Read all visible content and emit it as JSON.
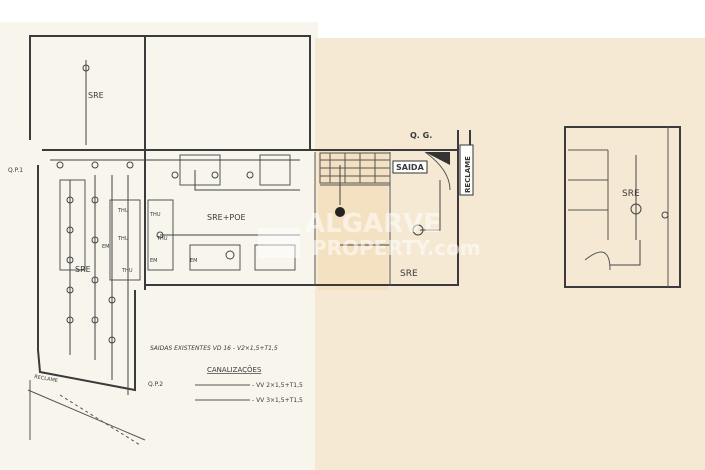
{
  "plan": {
    "room_labels": {
      "sre_top_left": "SRE",
      "sre_left": "SRE",
      "sre_poe": "SRE+POE",
      "sre_center": "SRE",
      "sre_right": "SRE"
    },
    "panel_labels": {
      "qp1": "Q.P.1",
      "qp2": "Q.P.2",
      "qg": "Q. G."
    },
    "signs": {
      "saida": "SAIDA",
      "reclame": "RECLAME",
      "reclame_bottom": "RECLAME"
    },
    "fixture_labels": [
      "THU",
      "THU",
      "THU",
      "THU",
      "THU",
      "EM",
      "EM",
      "EM"
    ],
    "notes": {
      "existing_outlets": "SAIDAS EXISTENTES  VD 16 - V2×1,5+T1,5",
      "legend_title": "CANALIZAÇÕES",
      "legend_line_1": "- VV 2×1,5+T1,5",
      "legend_line_2": "- VV 3×1,5+T1,5"
    },
    "watermark": {
      "line1": "ALGARVE",
      "line2": "PROPERTY.com"
    },
    "colors": {
      "paper_left": "#f7f5ec",
      "paper_right": "#f6e9d3",
      "ink": "#3b3b3b"
    }
  }
}
